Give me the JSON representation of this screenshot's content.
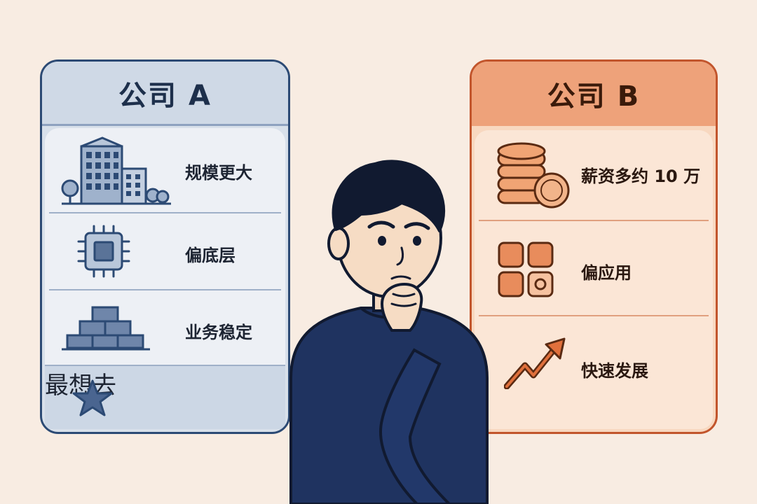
{
  "company_a": {
    "title": "公司 A",
    "features": [
      {
        "label": "规模更大",
        "icon": "office-building-icon"
      },
      {
        "label": "偏底层",
        "icon": "microchip-icon"
      },
      {
        "label": "业务稳定",
        "icon": "stacked-bricks-icon"
      }
    ],
    "preferred": {
      "label": "最想去",
      "icon": "star-icon"
    }
  },
  "company_b": {
    "title": "公司 B",
    "features": [
      {
        "label": "薪资多约 10 万",
        "icon": "coin-stack-icon"
      },
      {
        "label": "偏应用",
        "icon": "app-grid-icon"
      },
      {
        "label": "快速发展",
        "icon": "trend-up-arrow-icon"
      }
    ]
  },
  "colors": {
    "company_a_accent": "#2c4a74",
    "company_b_accent": "#c2552c",
    "background": "#f8ece2"
  }
}
